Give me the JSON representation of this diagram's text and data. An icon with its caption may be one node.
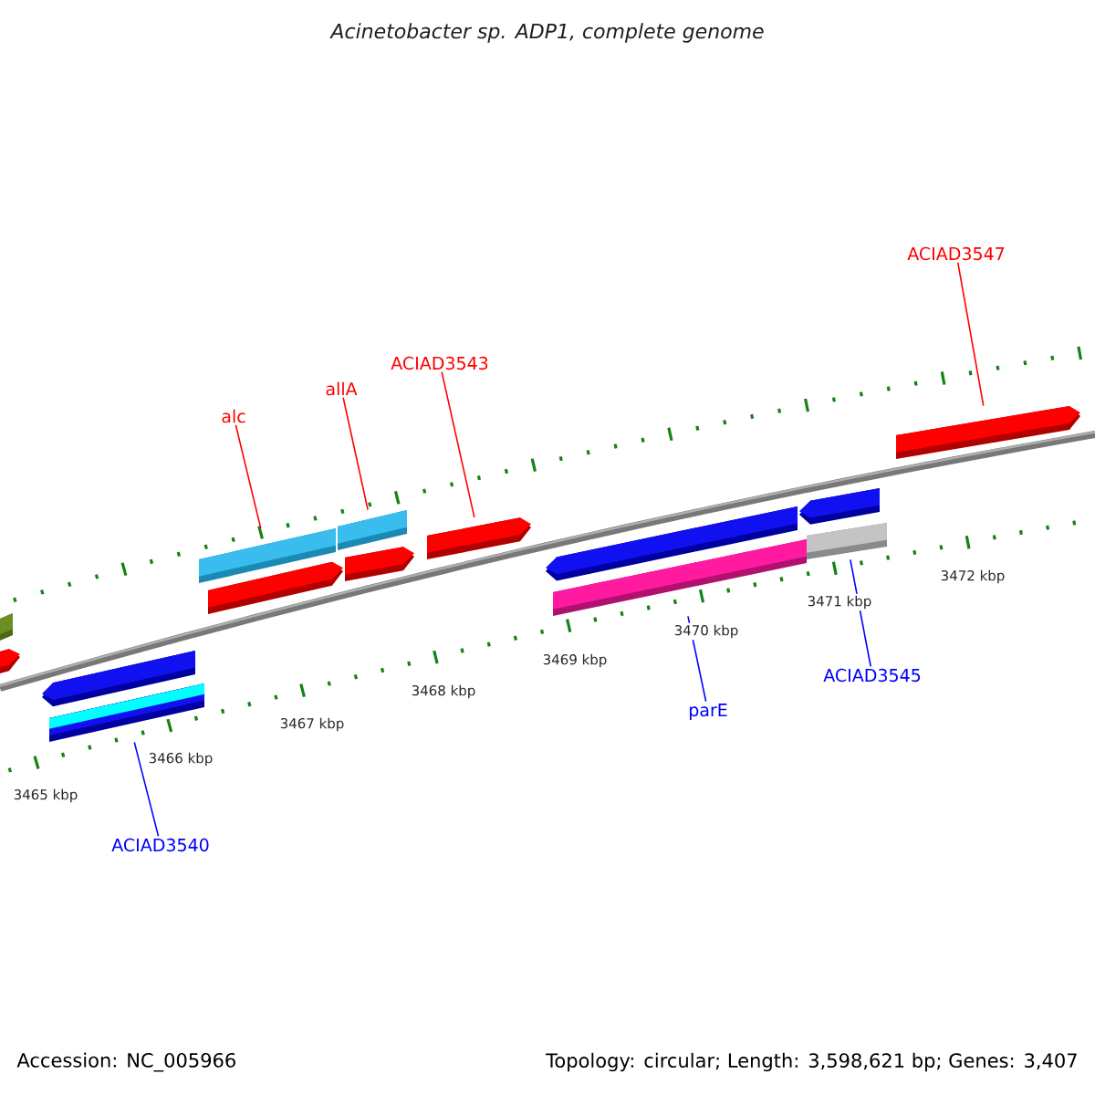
{
  "diagram": {
    "title": "Acinetobacter sp. ADP1, complete genome",
    "nodes": [
      {
        "text": [
          "ACIAD3547"
        ]
      },
      {
        "text": [
          "ACIAD3543"
        ]
      },
      {
        "text": [
          "allA"
        ]
      },
      {
        "text": [
          "alc"
        ]
      },
      {
        "text": [],
        "shape": "bar"
      },
      {
        "text": [],
        "shape": "arrow"
      },
      {
        "text": [],
        "shape": "bar"
      },
      {
        "text": [],
        "shape": "bar"
      },
      {
        "text": [],
        "shape": "arrow"
      },
      {
        "text": [],
        "shape": "arrow"
      },
      {
        "text": [],
        "shape": "arrow"
      },
      {
        "text": [],
        "shape": "arrow"
      },
      {
        "text": [],
        "shape": "arrow"
      },
      {
        "text": [],
        "shape": "bar"
      },
      {
        "text": [],
        "shape": "arrow"
      },
      {
        "text": [],
        "shape": "arrow"
      },
      {
        "text": [],
        "shape": "bar"
      },
      {
        "text": [],
        "shape": "bar"
      },
      {
        "text": [
          "parE"
        ]
      },
      {
        "text": [
          "ACIAD3545"
        ]
      },
      {
        "text": [
          "ACIAD3540"
        ]
      }
    ],
    "edges": [
      {
        "from": 3,
        "to": 6,
        "arrow": "none"
      },
      {
        "from": 2,
        "to": 7,
        "arrow": "none"
      },
      {
        "from": 1,
        "to": 10,
        "arrow": "none"
      },
      {
        "from": 0,
        "to": 11,
        "arrow": "none"
      },
      {
        "from": 18,
        "to": 16,
        "arrow": "none",
        "color": "#0000ff"
      },
      {
        "from": 19,
        "to": 17,
        "arrow": "none",
        "color": "#0000ff"
      },
      {
        "from": 20,
        "to": 13,
        "arrow": "none",
        "color": "#0000ff"
      }
    ],
    "labels": [
      "3465 kbp",
      "3466 kbp",
      "3467 kbp",
      "3468 kbp",
      "3469 kbp",
      "3470 kbp",
      "3471 kbp",
      "3472 kbp",
      "Accession: NC_005966",
      "Topology: circular; Length: 3,598,621 bp; Genes: 3,407"
    ]
  }
}
